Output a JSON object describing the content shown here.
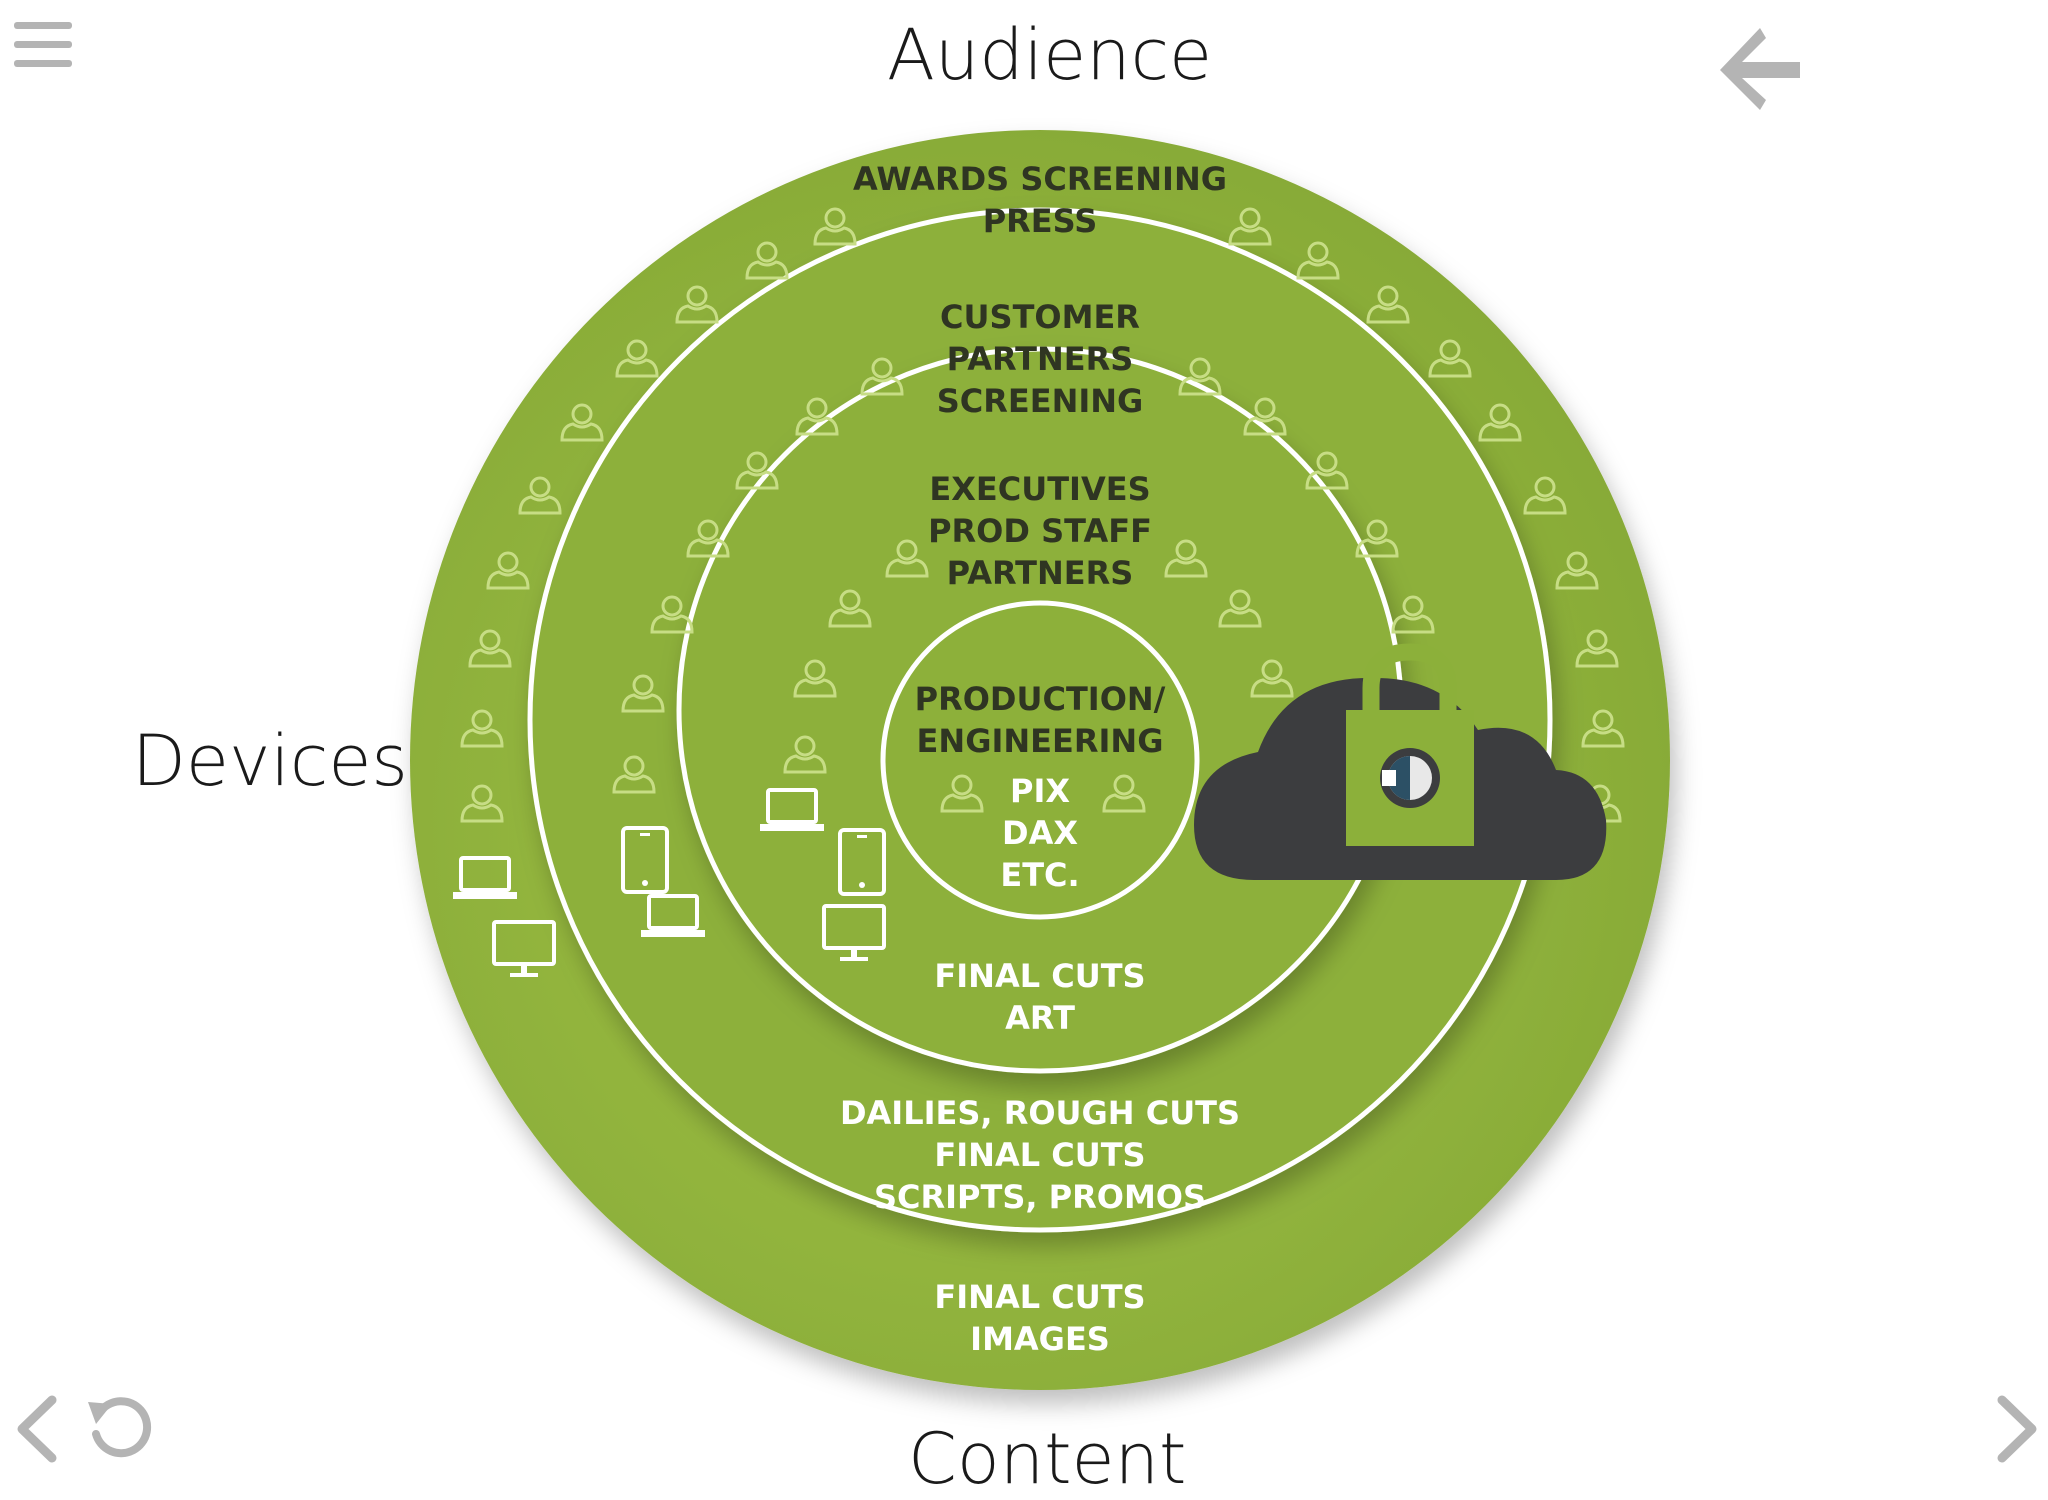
{
  "nav": {
    "menu_icon": "hamburger-menu-icon",
    "back_icon": "arrow-left-icon",
    "prev_icon": "chevron-left-icon",
    "replay_icon": "replay-icon",
    "next_icon": "chevron-right-icon"
  },
  "labels": {
    "audience": "Audience",
    "devices": "Devices",
    "content": "Content"
  },
  "rings": {
    "outer": {
      "audience": [
        "AWARDS SCREENING",
        "PRESS"
      ],
      "content": [
        "FINAL CUTS",
        "IMAGES"
      ]
    },
    "second": {
      "audience": [
        "CUSTOMER",
        "PARTNERS",
        "SCREENING"
      ],
      "content": [
        "DAILIES, ROUGH CUTS",
        "FINAL CUTS",
        "SCRIPTS, PROMOS"
      ]
    },
    "third": {
      "audience": [
        "EXECUTIVES",
        "PROD STAFF",
        "PARTNERS"
      ],
      "content": [
        "FINAL CUTS",
        "ART"
      ]
    },
    "core": {
      "audience": [
        "PRODUCTION/",
        "ENGINEERING"
      ],
      "content": [
        "PIX",
        "DAX",
        "ETC."
      ]
    }
  },
  "icons": {
    "person": "person-icon",
    "laptop": "laptop-icon",
    "tablet": "tablet-icon",
    "monitor": "monitor-icon",
    "cloud_lock": "cloud-lock-icon"
  },
  "colors": {
    "ring_green": "#8db03a",
    "ring_green_light": "#9dbf45",
    "ring_stroke": "#ffffff",
    "cloud": "#3c3d3f",
    "lock": "#8cb03a",
    "nav_gray": "#b4b4b4"
  }
}
